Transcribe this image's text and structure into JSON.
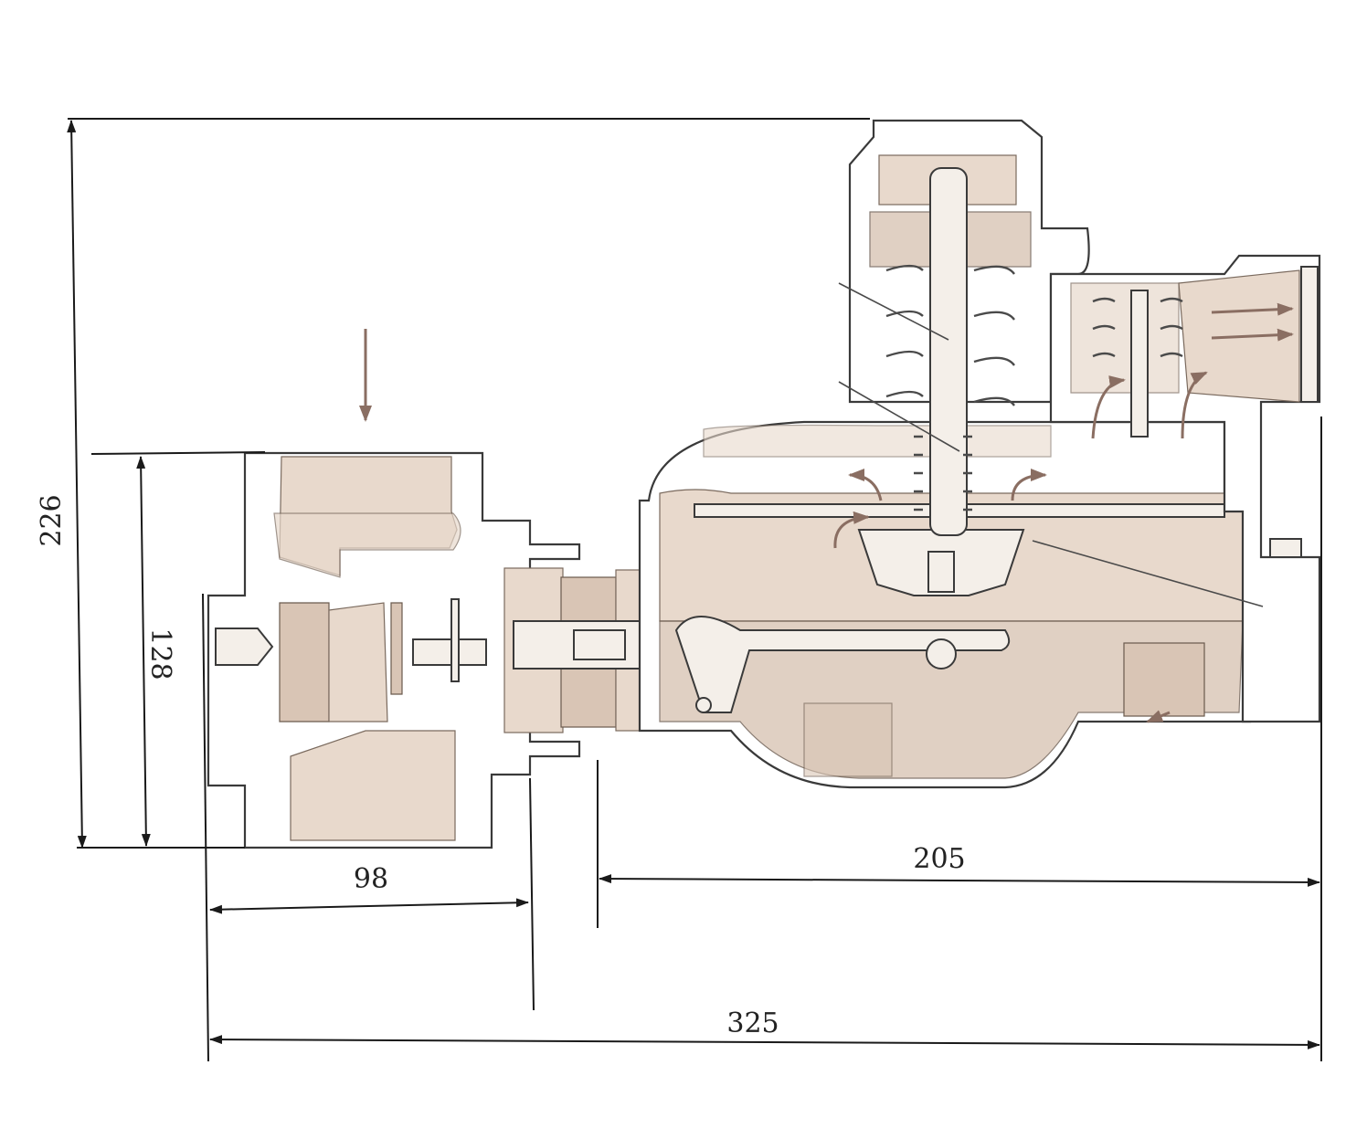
{
  "dimensions": {
    "total_height": "226",
    "inlet_height": "128",
    "inlet_length": "98",
    "body_length": "205",
    "total_length": "325"
  },
  "colors": {
    "casting": "#e8d9cc",
    "casting_shadow": "#d9c5b5",
    "line": "#3a3a3a",
    "flow_arrow": "#8a6e62"
  }
}
